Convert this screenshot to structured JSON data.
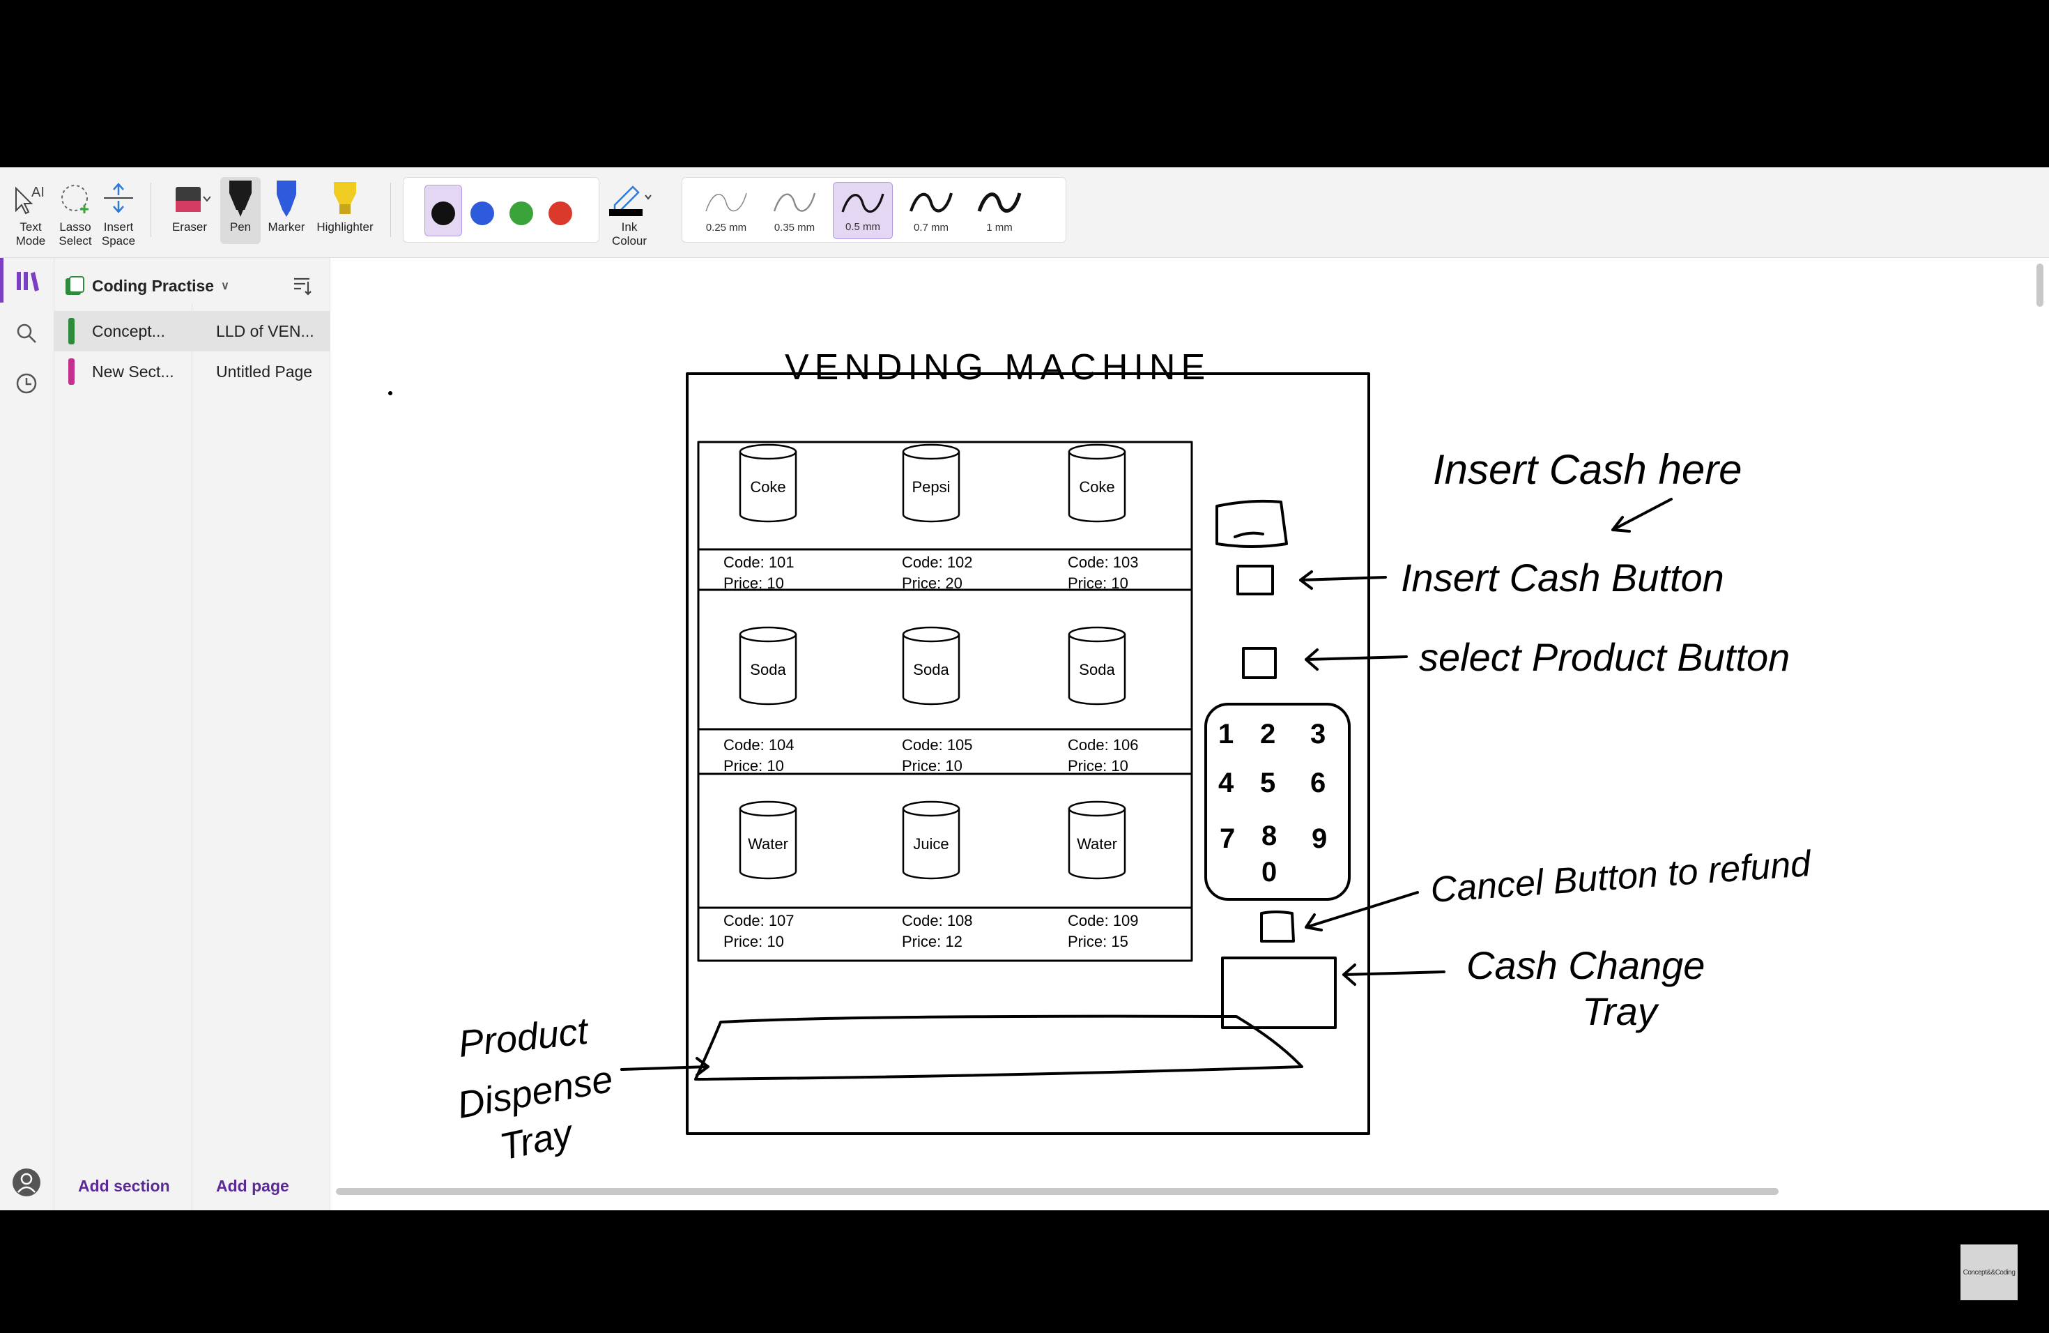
{
  "ribbon": {
    "text_mode": [
      "Text",
      "Mode"
    ],
    "lasso_select": [
      "Lasso",
      "Select"
    ],
    "insert_space": [
      "Insert",
      "Space"
    ],
    "eraser": "Eraser",
    "pen": "Pen",
    "marker": "Marker",
    "highlighter": "Highlighter",
    "ink_colour": [
      "Ink",
      "Colour"
    ],
    "colors": [
      "#111111",
      "#2e5bdb",
      "#3aa33a",
      "#d93a2b"
    ],
    "thickness": [
      "0.25 mm",
      "0.35 mm",
      "0.5 mm",
      "0.7 mm",
      "1 mm"
    ],
    "thickness_selected": "0.5 mm"
  },
  "notebook": {
    "title": "Coding Practise",
    "rows": [
      {
        "section": "Concept...",
        "page": "LLD of VEN...",
        "color": "#2f8a3c",
        "selected": true
      },
      {
        "section": "New Sect...",
        "page": "Untitled Page",
        "color": "#c2318e",
        "selected": false
      }
    ],
    "add_section": "Add section",
    "add_page": "Add page"
  },
  "drawing": {
    "title": "VENDING MACHINE",
    "products": [
      {
        "label": "Coke",
        "code": "Code: 101",
        "price": "Price:  10"
      },
      {
        "label": "Pepsi",
        "code": "Code: 102",
        "price": "Price:  20"
      },
      {
        "label": "Coke",
        "code": "Code: 103",
        "price": "Price:  10"
      },
      {
        "label": "Soda",
        "code": "Code: 104",
        "price": "Price:  10"
      },
      {
        "label": "Soda",
        "code": "Code: 105",
        "price": "Price:  10"
      },
      {
        "label": "Soda",
        "code": "Code: 106",
        "price": "Price:  10"
      },
      {
        "label": "Water",
        "code": "Code: 107",
        "price": "Price:  10"
      },
      {
        "label": "Juice",
        "code": "Code: 108",
        "price": "Price:  12"
      },
      {
        "label": "Water",
        "code": "Code: 109",
        "price": "Price:  15"
      }
    ],
    "keypad": [
      "1",
      "2",
      "3",
      "4",
      "5",
      "6",
      "7",
      "8",
      "9",
      "0"
    ],
    "annotations": {
      "insert_cash": "Insert Cash here",
      "insert_cash_button": "Insert Cash Button",
      "select_product_button": "select Product Button",
      "cancel_button": "Cancel Button to refund",
      "cash_change": "Cash Change",
      "tray": "Tray",
      "product": "Product",
      "dispense": "Dispense",
      "dispense_tray": "Tray"
    }
  },
  "watermark": "Concept&&Coding"
}
